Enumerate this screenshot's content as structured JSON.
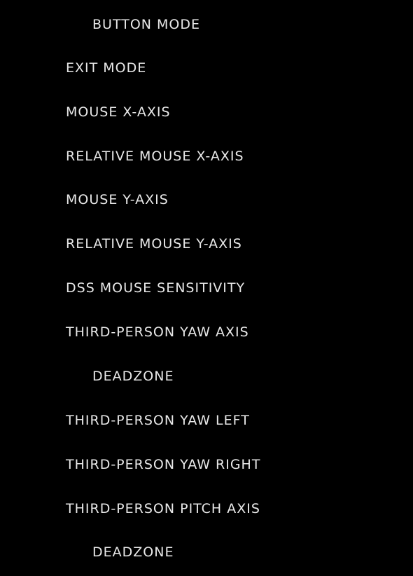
{
  "menu": {
    "items": [
      {
        "label": "BUTTON MODE",
        "sub": true
      },
      {
        "label": "EXIT MODE",
        "sub": false
      },
      {
        "label": "MOUSE X-AXIS",
        "sub": false
      },
      {
        "label": "RELATIVE MOUSE X-AXIS",
        "sub": false
      },
      {
        "label": "MOUSE Y-AXIS",
        "sub": false
      },
      {
        "label": "RELATIVE MOUSE Y-AXIS",
        "sub": false
      },
      {
        "label": "DSS MOUSE SENSITIVITY",
        "sub": false
      },
      {
        "label": "THIRD-PERSON YAW AXIS",
        "sub": false
      },
      {
        "label": "DEADZONE",
        "sub": true
      },
      {
        "label": "THIRD-PERSON YAW LEFT",
        "sub": false
      },
      {
        "label": "THIRD-PERSON YAW RIGHT",
        "sub": false
      },
      {
        "label": "THIRD-PERSON PITCH AXIS",
        "sub": false
      },
      {
        "label": "DEADZONE",
        "sub": true
      }
    ]
  }
}
